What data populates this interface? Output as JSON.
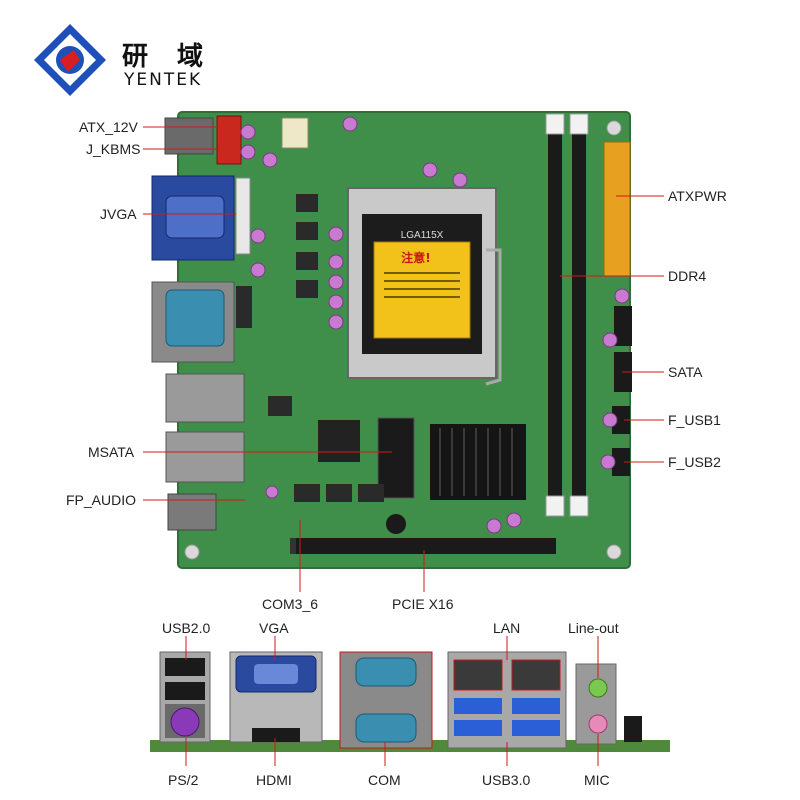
{
  "brand": {
    "name_cn": "研 域",
    "name_en": "YENTEK"
  },
  "board": {
    "socket_label": "LGA115X",
    "warning_label": "注意!",
    "labels": {
      "atx_12v": "ATX_12V",
      "j_kbms": "J_KBMS",
      "jvga": "JVGA",
      "msata": "MSATA",
      "fp_audio": "FP_AUDIO",
      "com3_6": "COM3_6",
      "pcie_x16": "PCIE X16",
      "atxpwr": "ATXPWR",
      "ddr4": "DDR4",
      "sata": "SATA",
      "f_usb1": "F_USB1",
      "f_usb2": "F_USB2"
    }
  },
  "io_panel": {
    "labels": {
      "usb2": "USB2.0",
      "vga": "VGA",
      "lan": "LAN",
      "line_out": "Line-out",
      "ps2": "PS/2",
      "hdmi": "HDMI",
      "com": "COM",
      "usb3": "USB3.0",
      "mic": "MIC"
    }
  },
  "colors": {
    "pcb": "#3f8f4a",
    "pcb_dark": "#2f6e38",
    "callout_line": "#d01818",
    "vga_blue": "#2a4aa0",
    "com_teal": "#3a8fb0",
    "usb3_blue": "#2a5fd8",
    "ddr_black": "#1a1a1a",
    "atx_orange": "#e8a020"
  }
}
